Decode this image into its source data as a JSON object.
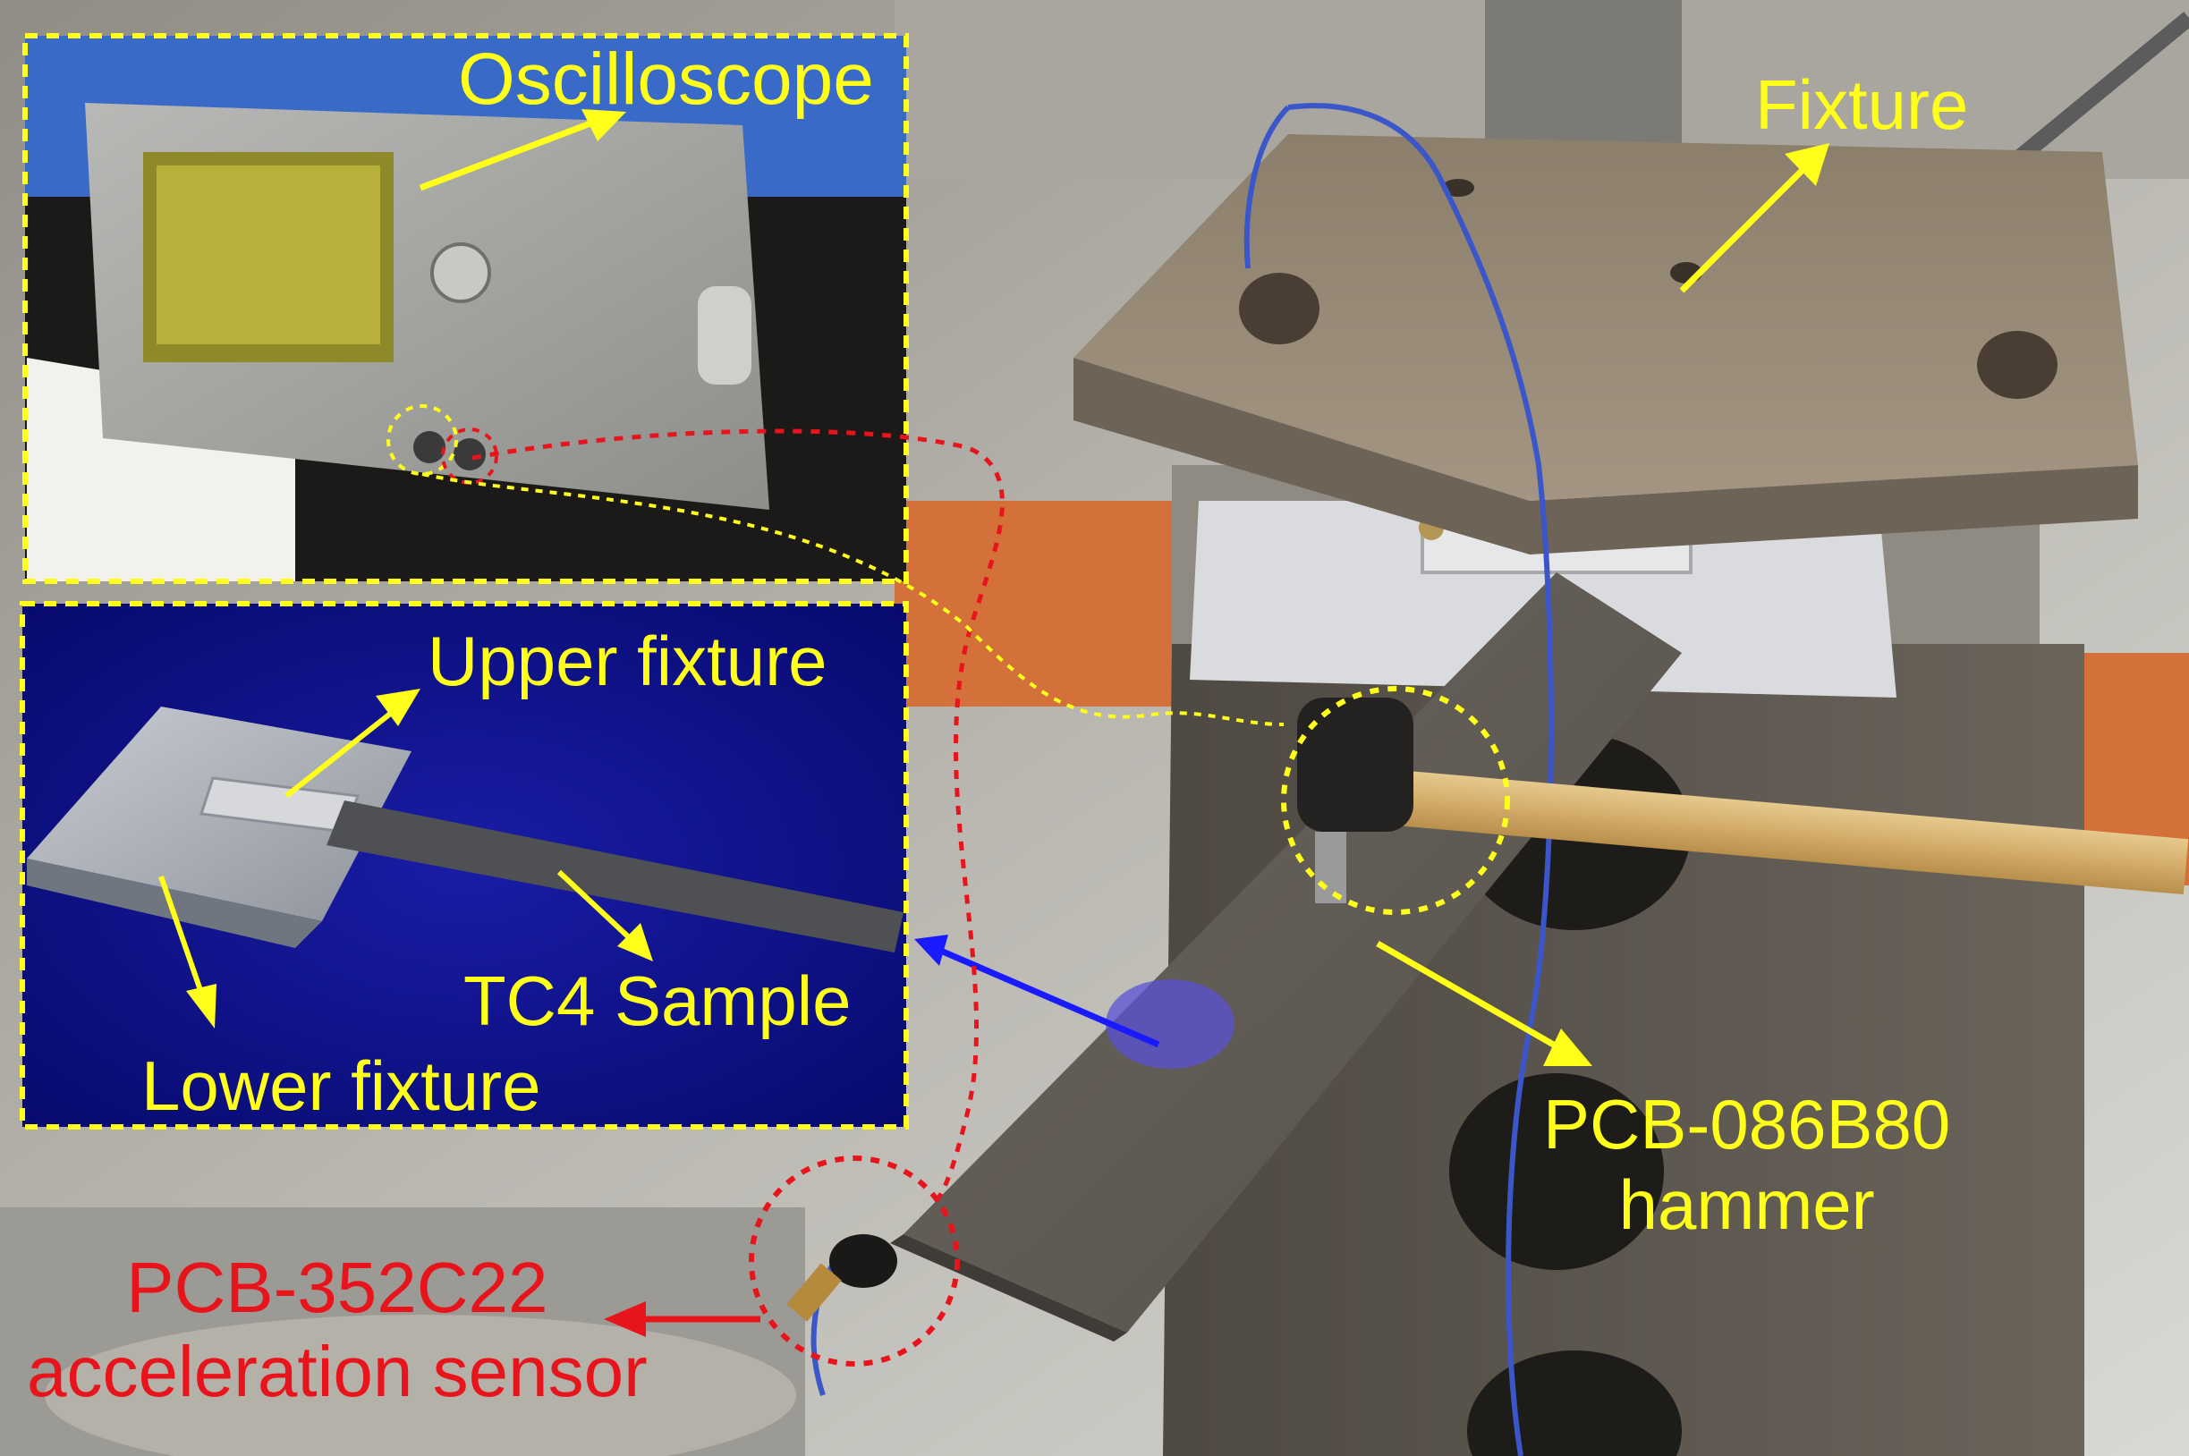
{
  "labels": {
    "oscilloscope": "Oscilloscope",
    "fixture": "Fixture",
    "upper_fixture": "Upper fixture",
    "tc4_sample": "TC4 Sample",
    "lower_fixture": "Lower fixture",
    "hammer_model": "PCB-086B80",
    "hammer_word": "hammer",
    "sensor_model": "PCB-352C22",
    "sensor_word": "acceleration sensor"
  },
  "colors": {
    "label_yellow": "#ffff1a",
    "label_red": "#e8141c",
    "inset_border_yellow": "#ffff1a",
    "inset_background_blue": "#0b0d8a",
    "pointer_blue": "#1a1aff",
    "hit_marker_purple": "#5a52d6"
  }
}
